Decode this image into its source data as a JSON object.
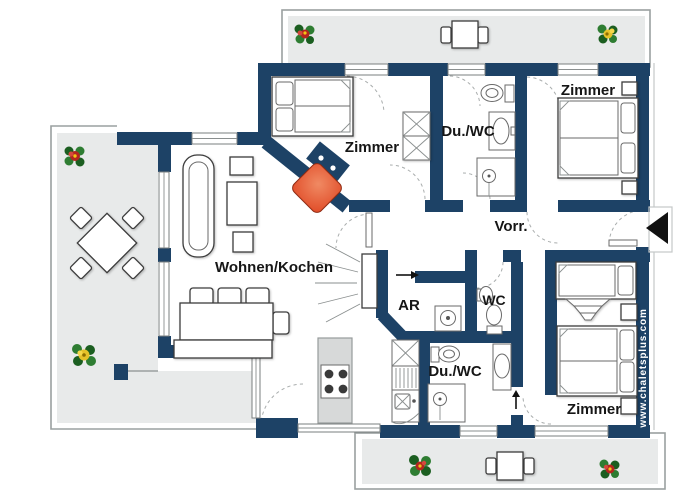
{
  "labels": {
    "room_zimmer_top_left": "Zimmer",
    "room_du_wc_top": "Du./WC",
    "room_zimmer_top_right": "Zimmer",
    "hall_vorraum": "Vorr.",
    "room_wohnen_kochen": "Wohnen/Kochen",
    "room_abstellraum": "AR",
    "room_wc": "WC",
    "room_du_wc_bottom": "Du./WC",
    "room_zimmer_bottom_right": "Zimmer"
  },
  "watermark": "www.chaletsplus.com",
  "colors": {
    "wall": "#1d4266",
    "terrace_floor": "#e8eaea",
    "terrace_border": "#9aa0a0",
    "fireplace": "#e2512d",
    "fireplace_light": "#f08a63",
    "label_text": "#161616",
    "flower_red": "#b3261e",
    "flower_yellow": "#e6c229",
    "leaf_green": "#2e7d32",
    "arrow_black": "#111111"
  },
  "icons": {
    "entrance_arrow": "black triangle pointing left at entry door",
    "door_swing": "dashed quarter-circle arcs",
    "fireplace": "red rotated square on diagonal wall",
    "heater_rays": "radiating lines from wall heater",
    "flowers": "potted flower clusters on terraces"
  }
}
